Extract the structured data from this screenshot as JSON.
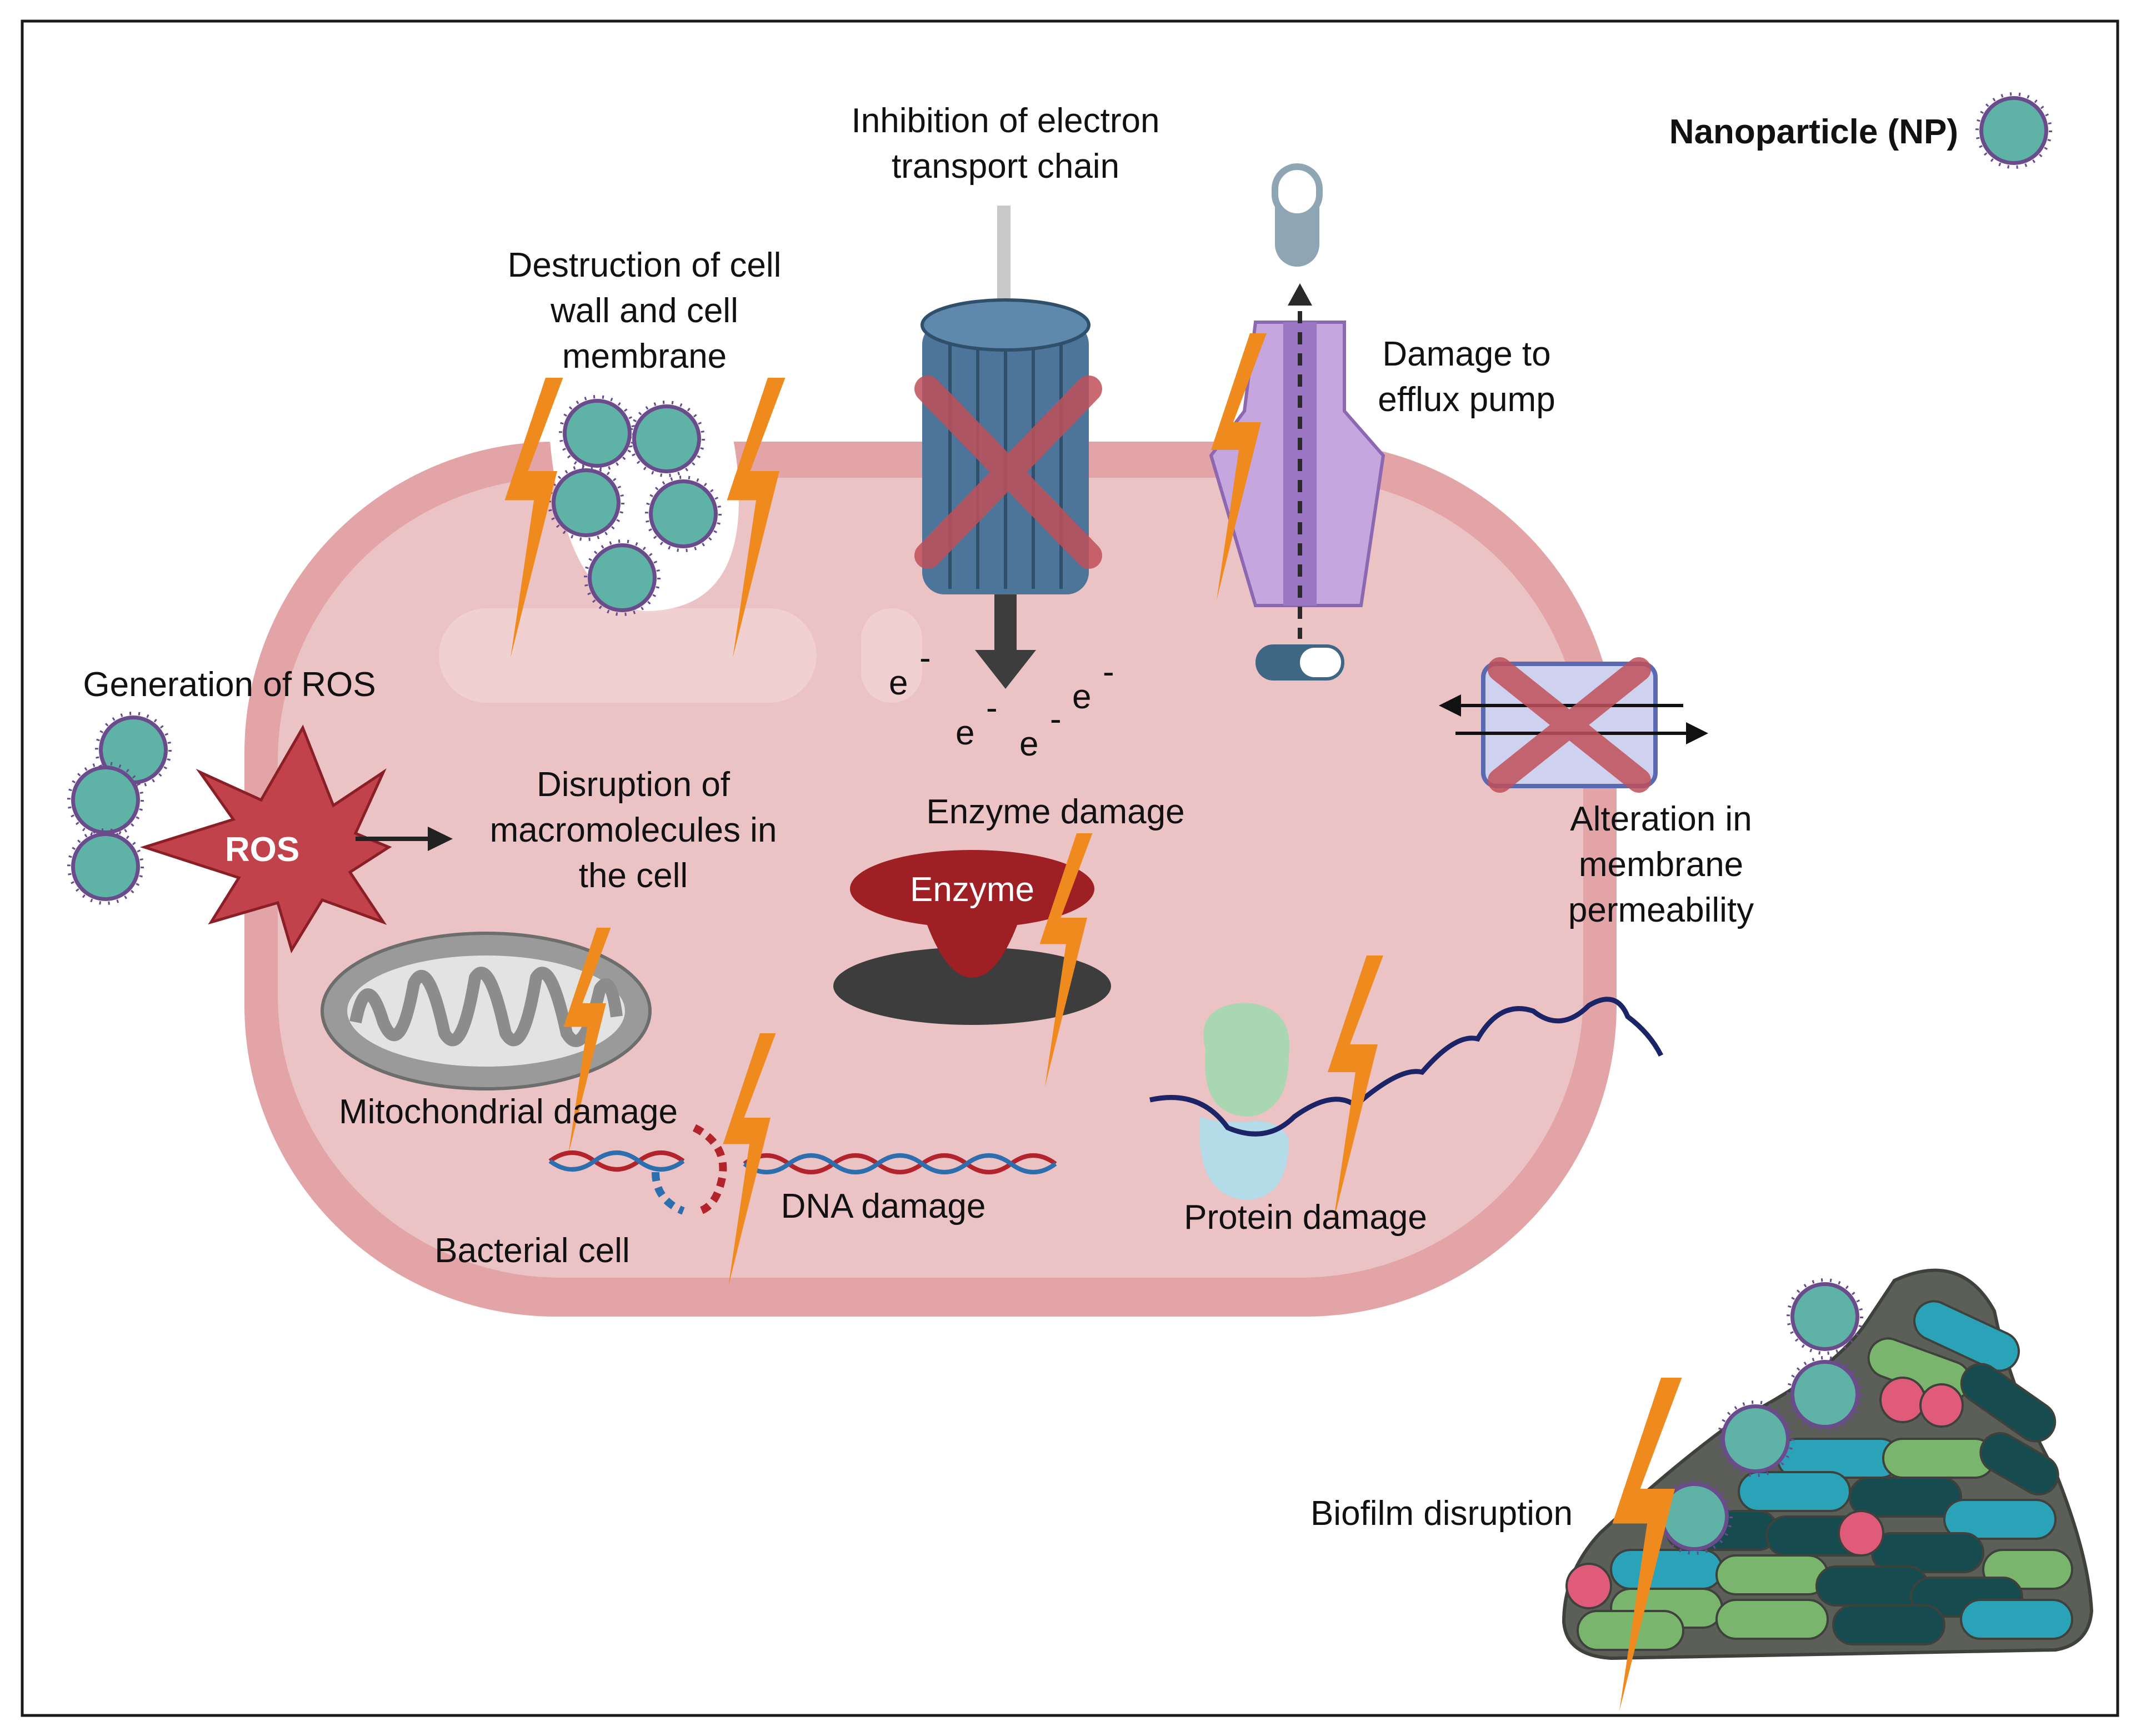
{
  "labels": {
    "legend": "Nanoparticle (NP)",
    "etc_line1": "Inhibition of electron",
    "etc_line2": "transport chain",
    "wall_line1": "Destruction of cell",
    "wall_line2": "wall and cell",
    "wall_line3": "membrane",
    "efflux_line1": "Damage to",
    "efflux_line2": "efflux pump",
    "ros_gen": "Generation of ROS",
    "ros": "ROS",
    "macro_line1": "Disruption of",
    "macro_line2": "macromolecules in",
    "macro_line3": "the cell",
    "enzyme_damage": "Enzyme damage",
    "enzyme": "Enzyme",
    "perm_line1": "Alteration in",
    "perm_line2": "membrane",
    "perm_line3": "permeability",
    "mito": "Mitochondrial damage",
    "dna": "DNA damage",
    "bacterial": "Bacterial cell",
    "protein": "Protein damage",
    "biofilm": "Biofilm disruption",
    "electron": "e",
    "electron_charge": "-"
  },
  "colors": {
    "cell_outer": "#e3a4a8",
    "cell_inner": "#ecc3c5",
    "np_fill": "#5fb3a6",
    "np_spike": "#6a4b8c",
    "bolt": "#ef8a1f",
    "cross": "#c0505a",
    "ros": "#c2424c",
    "etc": "#4c7599",
    "pump": "#c6a6df",
    "enzyme": "#9e1f24",
    "biofilm_bg": "#5b5f58"
  }
}
